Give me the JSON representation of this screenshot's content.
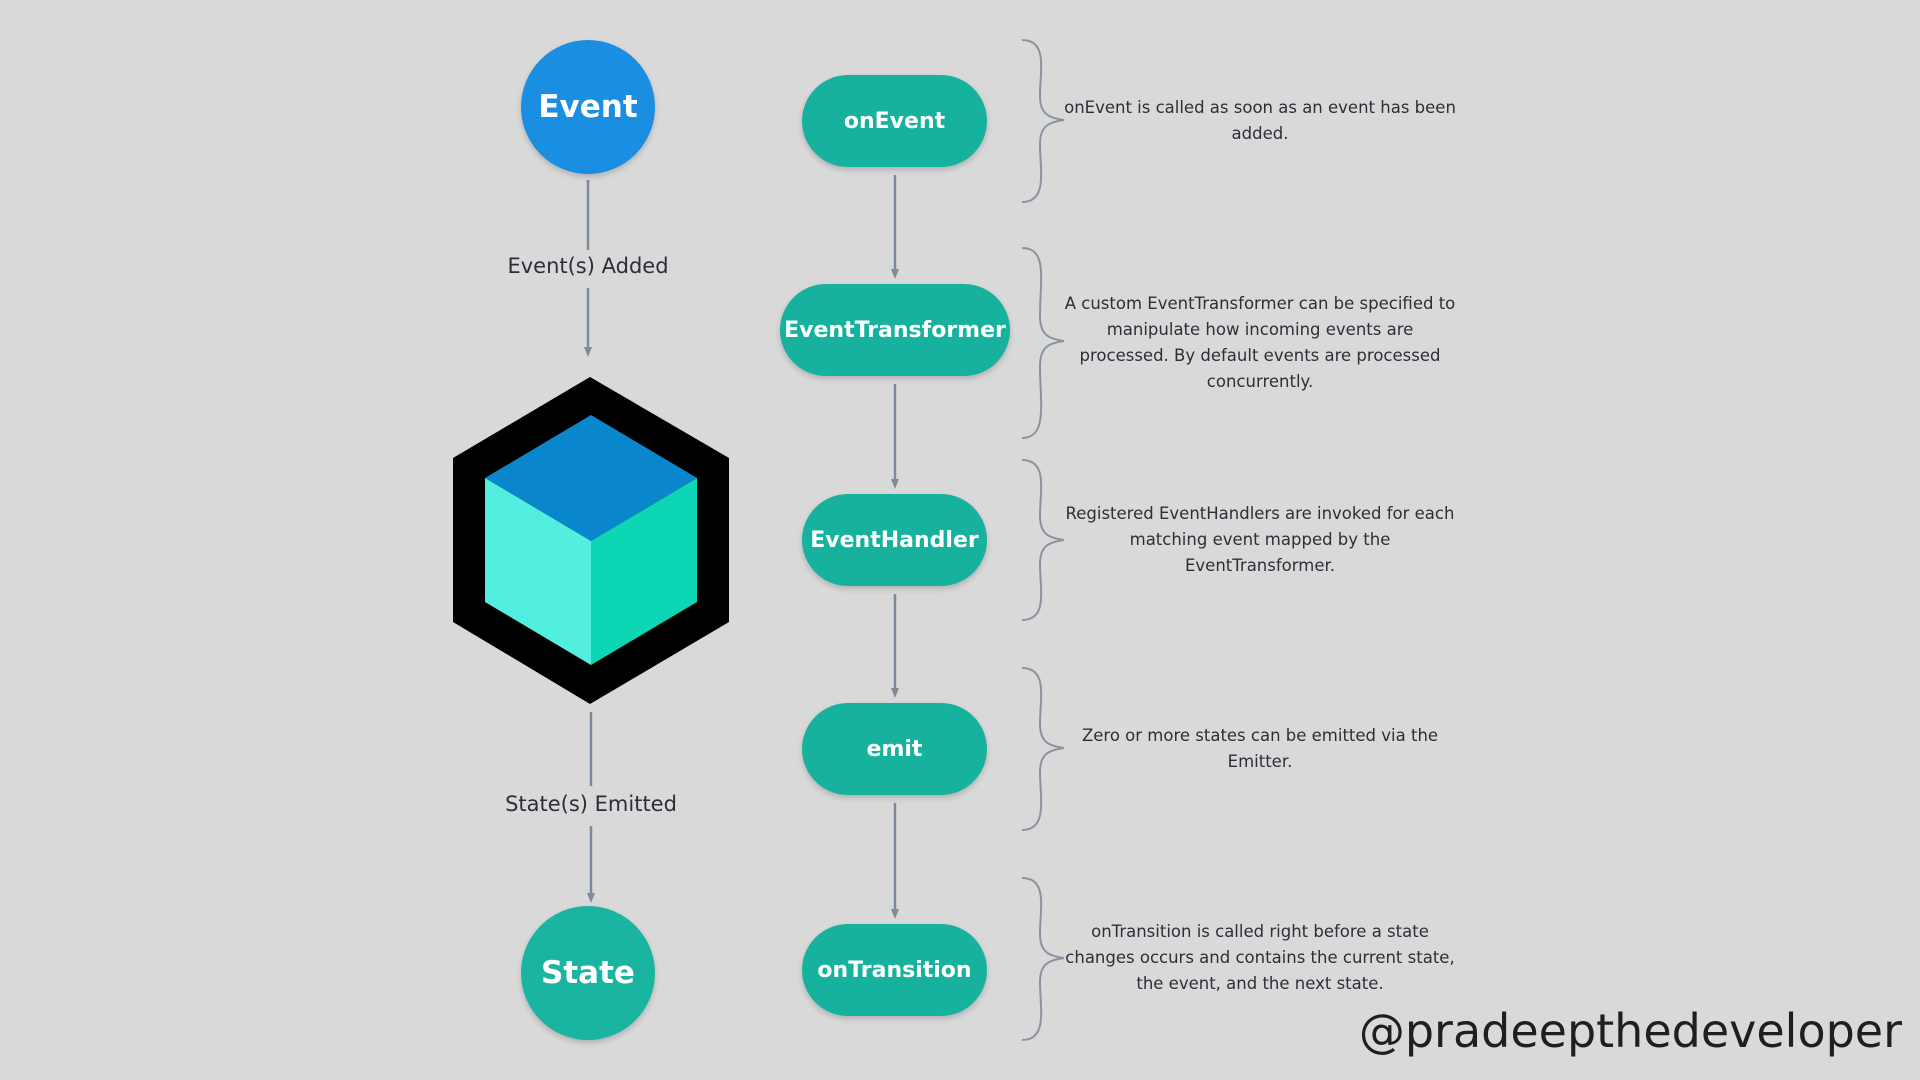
{
  "nodes": {
    "event": "Event",
    "state": "State"
  },
  "flow_labels": {
    "events_added": "Event(s) Added",
    "states_emitted": "State(s) Emitted"
  },
  "steps": [
    {
      "name": "onEvent",
      "description": "onEvent is called as soon as an event has been added."
    },
    {
      "name": "EventTransformer",
      "description": "A custom EventTransformer can be specified to manipulate how incoming events are processed. By default events are processed concurrently."
    },
    {
      "name": "EventHandler",
      "description": "Registered EventHandlers are invoked for each matching event mapped by the EventTransformer."
    },
    {
      "name": "emit",
      "description": "Zero or more states can be emitted via the Emitter."
    },
    {
      "name": "onTransition",
      "description": "onTransition is called right before a state changes occurs and contains the current state, the event, and the next state."
    }
  ],
  "watermark": "@pradeepthedeveloper",
  "colors": {
    "background": "#d9d9d9",
    "event_node": "#1a8ee0",
    "state_node": "#1ab5a0",
    "step_pill": "#16b29d",
    "arrow": "#7d8a99",
    "brace": "#8a93a0",
    "cube_top": "#0a86cc",
    "cube_left": "#52efe0",
    "cube_right": "#0dd6b5",
    "hexagon": "#000000"
  },
  "icons": {
    "bloc_logo": "hexagon-cube-icon"
  }
}
